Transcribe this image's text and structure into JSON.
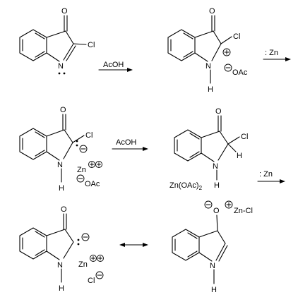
{
  "labels": {
    "O": "O",
    "N": "N",
    "H": "H",
    "Cl": "Cl",
    "OAc": "OAc",
    "Zn": "Zn",
    "colon_zn": ": Zn",
    "acoh": "AcOH",
    "zn_oac_2_main": "Zn(OAc)",
    "zn_oac_2_sub": "2",
    "zn_cl": "Zn-Cl"
  }
}
